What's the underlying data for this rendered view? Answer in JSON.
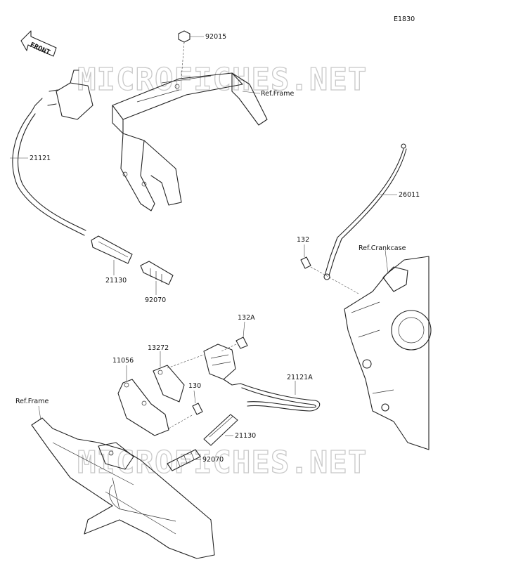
{
  "diagram_code": "E1830",
  "watermark": "MICROFICHES.NET",
  "front_label": "FRONT",
  "labels": {
    "p92015": "92015",
    "ref_frame_top": "Ref.Frame",
    "p21121": "21121",
    "p26011": "26011",
    "p132": "132",
    "ref_crankcase": "Ref.Crankcase",
    "p21130_top": "21130",
    "p92070_top": "92070",
    "p132a": "132A",
    "p13272": "13272",
    "p11056": "11056",
    "p21121a": "21121A",
    "p130": "130",
    "ref_frame_bottom": "Ref.Frame",
    "p21130_bottom": "21130",
    "p92070_bottom": "92070"
  }
}
